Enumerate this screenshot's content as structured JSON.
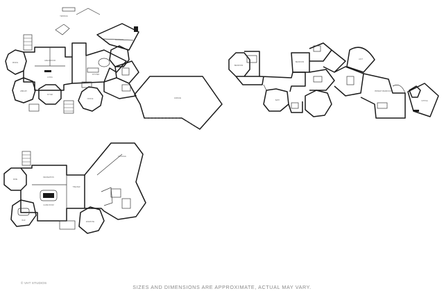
{
  "watermark": "© VHT STUDIOS",
  "disclaimer": "SIZES AND DIMENSIONS ARE APPROXIMATE, ACTUAL MAY VARY.",
  "plans": [
    "first-floor",
    "second-floor",
    "lower-level"
  ]
}
